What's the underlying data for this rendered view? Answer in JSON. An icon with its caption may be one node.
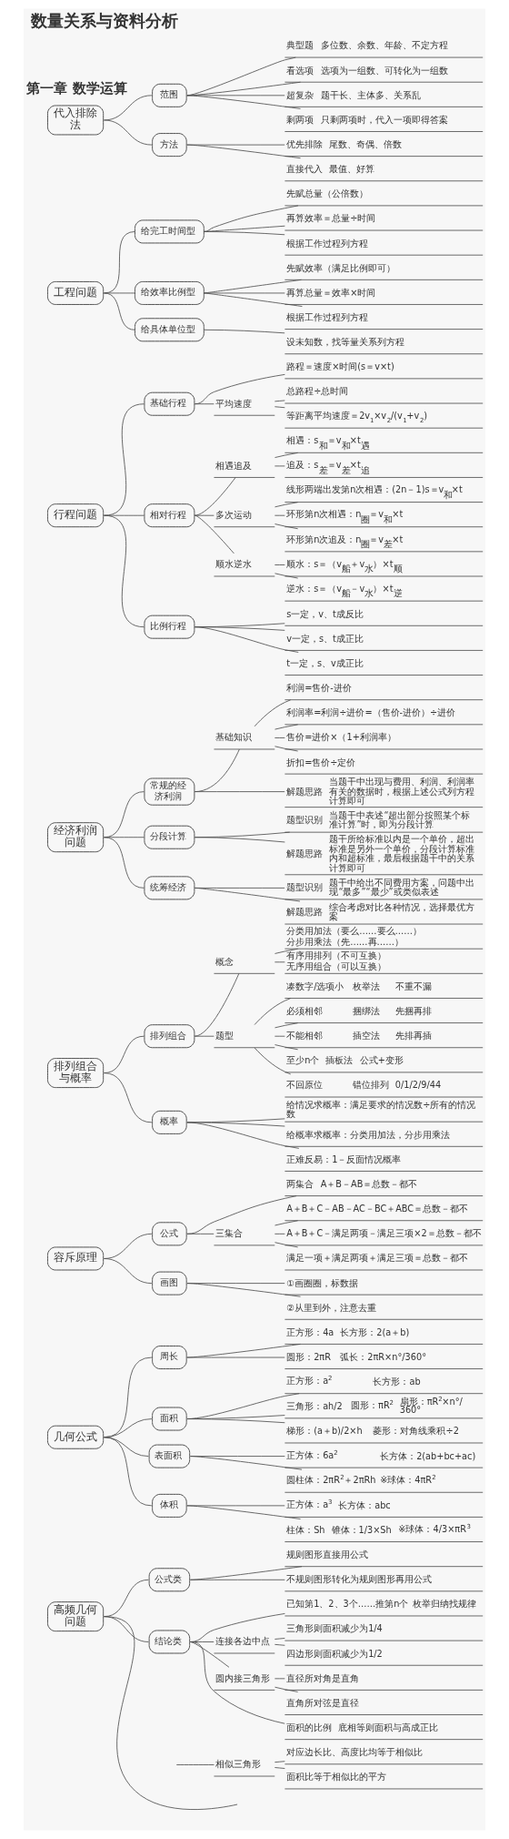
{
  "diagram": {
    "title": "数量关系与资料分析",
    "nodes": [
      {
        "text": [
          "代入排除法"
        ]
      },
      {
        "text": [
          "范围"
        ]
      },
      {
        "text": [
          "典型题",
          "多位数、余数、年龄、不定方程"
        ]
      },
      {
        "text": [
          "看选项",
          "选项为一组数、可转化为一组数"
        ]
      },
      {
        "text": [
          "超复杂",
          "题干长、主体多、关系乱"
        ]
      },
      {
        "text": [
          "剩两项",
          "只剩两项时，代入一项即得答案"
        ]
      },
      {
        "text": [
          "方法"
        ]
      },
      {
        "text": [
          "优先排除",
          "尾数、奇偶、倍数"
        ]
      },
      {
        "text": [
          "直接代入",
          "最值、好算"
        ]
      },
      {
        "text": [
          "工程问题"
        ]
      },
      {
        "text": [
          "给完工时间型"
        ]
      },
      {
        "text": [
          "先赋总量（公倍数）"
        ]
      },
      {
        "text": [
          "再算效率＝总量÷时间"
        ]
      },
      {
        "text": [
          "根据工作过程列方程"
        ]
      },
      {
        "text": [
          "给效率比例型"
        ]
      },
      {
        "text": [
          "先赋效率（满足比例即可）"
        ]
      },
      {
        "text": [
          "再算总量＝效率×时间"
        ]
      },
      {
        "text": [
          "根据工作过程列方程"
        ]
      },
      {
        "text": [
          "给具体单位型"
        ]
      },
      {
        "text": [
          "设未知数，找等量关系列方程"
        ]
      },
      {
        "text": [
          "行程问题"
        ]
      },
      {
        "text": [
          "基础行程"
        ]
      },
      {
        "text": [
          "路程＝速度×时间(s＝v×t)"
        ]
      },
      {
        "text": [
          "平均速度"
        ]
      },
      {
        "text": [
          "总路程÷总时间"
        ]
      },
      {
        "text": [
          "等距离平均速度＝2v$_{1}$×v$_{2}$/(v$_{1}$+v$_{2}$)"
        ]
      },
      {
        "text": [
          "相对行程"
        ]
      },
      {
        "text": [
          "相遇追及"
        ]
      },
      {
        "text": [
          "相遇：s$_{和}$＝v$_{和}$×t$_{遇}$"
        ]
      },
      {
        "text": [
          "追及：s$_{差}$＝v$_{差}$×t$_{追}$"
        ]
      },
      {
        "text": [
          "多次运动"
        ]
      },
      {
        "text": [
          "线形两端出发第n次相遇：(2n－1)s＝v$_{和}$×t"
        ]
      },
      {
        "text": [
          "环形第n次相遇：n$_{圈}$＝v$_{和}$×t"
        ]
      },
      {
        "text": [
          "环形第n次追及：n$_{圈}$＝v$_{差}$×t"
        ]
      },
      {
        "text": [
          "顺水逆水"
        ]
      },
      {
        "text": [
          "顺水：s＝（v$_{船}$＋v$_{水}$）×t$_{顺}$"
        ]
      },
      {
        "text": [
          "逆水：s＝（v$_{船}$－v$_{水}$）×t$_{逆}$"
        ]
      },
      {
        "text": [
          "比例行程"
        ]
      },
      {
        "text": [
          "s一定，v、t成反比"
        ]
      },
      {
        "text": [
          "v一定，s、t成正比"
        ]
      },
      {
        "text": [
          "t一定，s、v成正比"
        ]
      },
      {
        "text": [
          "经济利润问题"
        ]
      },
      {
        "text": [
          "常规的经济利润"
        ]
      },
      {
        "text": [
          "基础知识"
        ]
      },
      {
        "text": [
          "利润=售价-进价"
        ]
      },
      {
        "text": [
          "利润率=利润÷进价=（售价-进价）÷进价"
        ]
      },
      {
        "text": [
          "售价=进价×（1+利润率）"
        ]
      },
      {
        "text": [
          "折扣=售价÷定价"
        ]
      },
      {
        "text": [
          "解题思路",
          "当题干中出现与费用、利润、利润率有关的数据时，根据上述公式列方程计算即可"
        ]
      },
      {
        "text": [
          "分段计算"
        ]
      },
      {
        "text": [
          "题型识别",
          "当题干中表述“超出部分按照某个标准计算”时，即为分段计算"
        ]
      },
      {
        "text": [
          "解题思路",
          "题干所给标准以内是一个单价，超出标准是另外一个单价，分段计算标准内和超标准，最后根据题干中的关系计算即可"
        ]
      },
      {
        "text": [
          "统筹经济"
        ]
      },
      {
        "text": [
          "题型识别",
          "题干中给出不同费用方案，问题中出现“最多”“最少”或类似表述"
        ]
      },
      {
        "text": [
          "解题思路",
          "综合考虑对比各种情况，选择最优方案"
        ]
      },
      {
        "text": [
          "排列组合与概率"
        ]
      },
      {
        "text": [
          "排列组合"
        ]
      },
      {
        "text": [
          "概念"
        ]
      },
      {
        "text": [
          "分类用加法（要么……要么……）",
          "分步用乘法（先……再……）"
        ]
      },
      {
        "text": [
          "有序用排列（不可互换）",
          "无序用组合（可以互换）"
        ]
      },
      {
        "text": [
          "题型"
        ]
      },
      {
        "text": [
          "凑数字/选项小",
          "枚举法",
          "不重不漏"
        ]
      },
      {
        "text": [
          "必须相邻",
          "捆绑法",
          "先捆再排"
        ]
      },
      {
        "text": [
          "不能相邻",
          "插空法",
          "先排再插"
        ]
      },
      {
        "text": [
          "至少n个",
          "插板法",
          "公式+变形"
        ]
      },
      {
        "text": [
          "不回原位",
          "错位排列",
          "0/1/2/9/44"
        ]
      },
      {
        "text": [
          "概率"
        ]
      },
      {
        "text": [
          "给情况求概率：满足要求的情况数÷所有的情况数"
        ]
      },
      {
        "text": [
          "给概率求概率：分类用加法，分步用乘法"
        ]
      },
      {
        "text": [
          "正难反易：1－反面情况概率"
        ]
      },
      {
        "text": [
          "容斥原理"
        ]
      },
      {
        "text": [
          "公式"
        ]
      },
      {
        "text": [
          "两集合",
          "A＋B－AB＝总数－都不"
        ]
      },
      {
        "text": [
          "三集合"
        ]
      },
      {
        "text": [
          "A＋B＋C－AB－AC－BC＋ABC＝总数－都不"
        ]
      },
      {
        "text": [
          "A＋B＋C－满足两项－满足三项×2＝总数－都不"
        ]
      },
      {
        "text": [
          "满足一项＋满足两项＋满足三项＝总数－都不"
        ]
      },
      {
        "text": [
          "画图"
        ]
      },
      {
        "text": [
          "①画圈圈，标数据"
        ]
      },
      {
        "text": [
          "②从里到外，注意去重"
        ]
      },
      {
        "text": [
          "几何公式"
        ]
      },
      {
        "text": [
          "周长"
        ]
      },
      {
        "text": [
          "正方形：4a",
          "长方形：2(a＋b)"
        ]
      },
      {
        "text": [
          "圆形：2πR",
          "弧长：2πR×n°/360°"
        ]
      },
      {
        "text": [
          "面积"
        ]
      },
      {
        "text": [
          "正方形：a$^{2}$",
          "长方形：ab"
        ]
      },
      {
        "text": [
          "三角形：ah/2",
          "圆形：πR$^{2}$",
          "扇形：πR$^{2}$×n°/360°"
        ]
      },
      {
        "text": [
          "梯形：(a＋b)/2×h",
          "菱形：对角线乘积÷2"
        ]
      },
      {
        "text": [
          "表面积"
        ]
      },
      {
        "text": [
          "正方体：6a$^{2}$",
          "长方体：2(ab+bc+ac)"
        ]
      },
      {
        "text": [
          "圆柱体：2πR$^{2}$＋2πRh",
          "※球体：4πR$^{2}$"
        ]
      },
      {
        "text": [
          "体积"
        ]
      },
      {
        "text": [
          "正方体：a$^{3}$",
          "长方体：abc"
        ]
      },
      {
        "text": [
          "柱体：Sh",
          "锥体：1/3×Sh",
          "※球体：4/3×πR$^{3}$"
        ]
      },
      {
        "text": [
          "高频几何问题"
        ]
      },
      {
        "text": [
          "公式类"
        ]
      },
      {
        "text": [
          "规则图形直接用公式"
        ]
      },
      {
        "text": [
          "不规则图形转化为规则图形再用公式"
        ]
      },
      {
        "text": [
          "结论类"
        ]
      },
      {
        "text": [
          "已知第1、2、3个……推第n个",
          "枚举归纳找规律"
        ]
      },
      {
        "text": [
          "连接各边中点"
        ]
      },
      {
        "text": [
          "三角形则面积减少为1/4"
        ]
      },
      {
        "text": [
          "四边形则面积减少为1/2"
        ]
      },
      {
        "text": [
          "圆内接三角形"
        ]
      },
      {
        "text": [
          "直径所对角是直角"
        ]
      },
      {
        "text": [
          "直角所对弦是直径"
        ]
      },
      {
        "text": [
          "面积的比例",
          "底相等则面积与高成正比"
        ]
      },
      {
        "text": [
          "相似三角形"
        ]
      },
      {
        "text": [
          "对应边长比、高度比均等于相似比"
        ]
      },
      {
        "text": [
          "面积比等于相似比的平方"
        ]
      }
    ],
    "edges": [
      {
        "from": 0,
        "to": 1,
        "arrow": "none"
      },
      {
        "from": 1,
        "to": 2,
        "arrow": "none"
      },
      {
        "from": 1,
        "to": 3,
        "arrow": "none"
      },
      {
        "from": 1,
        "to": 4,
        "arrow": "none"
      },
      {
        "from": 1,
        "to": 5,
        "arrow": "none"
      },
      {
        "from": 0,
        "to": 6,
        "arrow": "none"
      },
      {
        "from": 6,
        "to": 7,
        "arrow": "none"
      },
      {
        "from": 6,
        "to": 8,
        "arrow": "none"
      },
      {
        "from": 9,
        "to": 10,
        "arrow": "none"
      },
      {
        "from": 10,
        "to": 11,
        "arrow": "none"
      },
      {
        "from": 10,
        "to": 12,
        "arrow": "none"
      },
      {
        "from": 10,
        "to": 13,
        "arrow": "none"
      },
      {
        "from": 9,
        "to": 14,
        "arrow": "none"
      },
      {
        "from": 14,
        "to": 15,
        "arrow": "none"
      },
      {
        "from": 14,
        "to": 16,
        "arrow": "none"
      },
      {
        "from": 14,
        "to": 17,
        "arrow": "none"
      },
      {
        "from": 9,
        "to": 18,
        "arrow": "none"
      },
      {
        "from": 18,
        "to": 19,
        "arrow": "none"
      },
      {
        "from": 20,
        "to": 21,
        "arrow": "none"
      },
      {
        "from": 21,
        "to": 22,
        "arrow": "none"
      },
      {
        "from": 21,
        "to": 23,
        "arrow": "none"
      },
      {
        "from": 23,
        "to": 24,
        "arrow": "none"
      },
      {
        "from": 23,
        "to": 25,
        "arrow": "none"
      },
      {
        "from": 20,
        "to": 26,
        "arrow": "none"
      },
      {
        "from": 26,
        "to": 27,
        "arrow": "none"
      },
      {
        "from": 27,
        "to": 28,
        "arrow": "none"
      },
      {
        "from": 27,
        "to": 29,
        "arrow": "none"
      },
      {
        "from": 26,
        "to": 30,
        "arrow": "none"
      },
      {
        "from": 30,
        "to": 31,
        "arrow": "none"
      },
      {
        "from": 30,
        "to": 32,
        "arrow": "none"
      },
      {
        "from": 30,
        "to": 33,
        "arrow": "none"
      },
      {
        "from": 26,
        "to": 34,
        "arrow": "none"
      },
      {
        "from": 34,
        "to": 35,
        "arrow": "none"
      },
      {
        "from": 34,
        "to": 36,
        "arrow": "none"
      },
      {
        "from": 20,
        "to": 37,
        "arrow": "none"
      },
      {
        "from": 37,
        "to": 38,
        "arrow": "none"
      },
      {
        "from": 37,
        "to": 39,
        "arrow": "none"
      },
      {
        "from": 37,
        "to": 40,
        "arrow": "none"
      },
      {
        "from": 41,
        "to": 42,
        "arrow": "none"
      },
      {
        "from": 42,
        "to": 43,
        "arrow": "none"
      },
      {
        "from": 43,
        "to": 44,
        "arrow": "none"
      },
      {
        "from": 43,
        "to": 45,
        "arrow": "none"
      },
      {
        "from": 43,
        "to": 46,
        "arrow": "none"
      },
      {
        "from": 43,
        "to": 47,
        "arrow": "none"
      },
      {
        "from": 42,
        "to": 48,
        "arrow": "none"
      },
      {
        "from": 41,
        "to": 49,
        "arrow": "none"
      },
      {
        "from": 49,
        "to": 50,
        "arrow": "none"
      },
      {
        "from": 49,
        "to": 51,
        "arrow": "none"
      },
      {
        "from": 41,
        "to": 52,
        "arrow": "none"
      },
      {
        "from": 52,
        "to": 53,
        "arrow": "none"
      },
      {
        "from": 52,
        "to": 54,
        "arrow": "none"
      },
      {
        "from": 55,
        "to": 56,
        "arrow": "none"
      },
      {
        "from": 56,
        "to": 57,
        "arrow": "none"
      },
      {
        "from": 57,
        "to": 58,
        "arrow": "none"
      },
      {
        "from": 57,
        "to": 59,
        "arrow": "none"
      },
      {
        "from": 56,
        "to": 60,
        "arrow": "none"
      },
      {
        "from": 60,
        "to": 61,
        "arrow": "none"
      },
      {
        "from": 60,
        "to": 62,
        "arrow": "none"
      },
      {
        "from": 60,
        "to": 63,
        "arrow": "none"
      },
      {
        "from": 60,
        "to": 64,
        "arrow": "none"
      },
      {
        "from": 60,
        "to": 65,
        "arrow": "none"
      },
      {
        "from": 55,
        "to": 66,
        "arrow": "none"
      },
      {
        "from": 66,
        "to": 67,
        "arrow": "none"
      },
      {
        "from": 66,
        "to": 68,
        "arrow": "none"
      },
      {
        "from": 66,
        "to": 69,
        "arrow": "none"
      },
      {
        "from": 70,
        "to": 71,
        "arrow": "none"
      },
      {
        "from": 71,
        "to": 72,
        "arrow": "none"
      },
      {
        "from": 71,
        "to": 73,
        "arrow": "none"
      },
      {
        "from": 73,
        "to": 74,
        "arrow": "none"
      },
      {
        "from": 73,
        "to": 75,
        "arrow": "none"
      },
      {
        "from": 73,
        "to": 76,
        "arrow": "none"
      },
      {
        "from": 70,
        "to": 77,
        "arrow": "none"
      },
      {
        "from": 77,
        "to": 78,
        "arrow": "none"
      },
      {
        "from": 77,
        "to": 79,
        "arrow": "none"
      },
      {
        "from": 80,
        "to": 81,
        "arrow": "none"
      },
      {
        "from": 81,
        "to": 82,
        "arrow": "none"
      },
      {
        "from": 81,
        "to": 83,
        "arrow": "none"
      },
      {
        "from": 80,
        "to": 84,
        "arrow": "none"
      },
      {
        "from": 84,
        "to": 85,
        "arrow": "none"
      },
      {
        "from": 84,
        "to": 86,
        "arrow": "none"
      },
      {
        "from": 84,
        "to": 87,
        "arrow": "none"
      },
      {
        "from": 80,
        "to": 88,
        "arrow": "none"
      },
      {
        "from": 88,
        "to": 89,
        "arrow": "none"
      },
      {
        "from": 88,
        "to": 90,
        "arrow": "none"
      },
      {
        "from": 80,
        "to": 91,
        "arrow": "none"
      },
      {
        "from": 91,
        "to": 92,
        "arrow": "none"
      },
      {
        "from": 91,
        "to": 93,
        "arrow": "none"
      },
      {
        "from": 94,
        "to": 95,
        "arrow": "none"
      },
      {
        "from": 95,
        "to": 96,
        "arrow": "none"
      },
      {
        "from": 95,
        "to": 97,
        "arrow": "none"
      },
      {
        "from": 94,
        "to": 98,
        "arrow": "none"
      },
      {
        "from": 98,
        "to": 99,
        "arrow": "none"
      },
      {
        "from": 98,
        "to": 100,
        "arrow": "none"
      },
      {
        "from": 100,
        "to": 101,
        "arrow": "none"
      },
      {
        "from": 100,
        "to": 102,
        "arrow": "none"
      },
      {
        "from": 98,
        "to": 103,
        "arrow": "none"
      },
      {
        "from": 103,
        "to": 104,
        "arrow": "none"
      },
      {
        "from": 103,
        "to": 105,
        "arrow": "none"
      },
      {
        "from": 98,
        "to": 106,
        "arrow": "none"
      },
      {
        "from": 94,
        "to": null,
        "arrow": "none"
      },
      {
        "from": null,
        "to": 107,
        "arrow": "none"
      },
      {
        "from": 107,
        "to": 108,
        "arrow": "none"
      },
      {
        "from": 107,
        "to": 109,
        "arrow": "none"
      }
    ],
    "labels": [
      "第一章 数学运算"
    ]
  }
}
